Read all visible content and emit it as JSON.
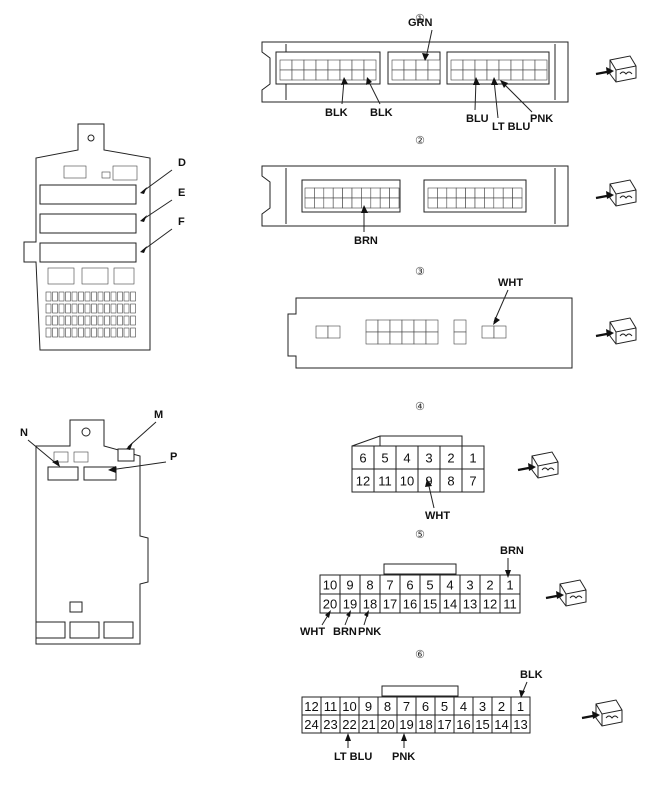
{
  "markers": {
    "c1": "①",
    "c2": "②",
    "c3": "③",
    "c4": "④",
    "c5": "⑤",
    "c6": "⑥"
  },
  "fuse_box_labels": {
    "D": "D",
    "E": "E",
    "F": "F",
    "M": "M",
    "N": "N",
    "P": "P"
  },
  "wire_colors": {
    "grn": "GRN",
    "blk1": "BLK",
    "blk2": "BLK",
    "blu": "BLU",
    "ltblu1": "LT BLU",
    "pnk1": "PNK",
    "brn1": "BRN",
    "wht1": "WHT",
    "wht2": "WHT",
    "brn2": "BRN",
    "wht3": "WHT",
    "brn3": "BRN",
    "pnk2": "PNK",
    "blk3": "BLK",
    "ltblu2": "LT BLU",
    "pnk3": "PNK"
  },
  "connector4": {
    "top": [
      "6",
      "5",
      "4",
      "3",
      "2",
      "1"
    ],
    "bottom": [
      "12",
      "11",
      "10",
      "9",
      "8",
      "7"
    ]
  },
  "connector5": {
    "top": [
      "10",
      "9",
      "8",
      "7",
      "6",
      "5",
      "4",
      "3",
      "2",
      "1"
    ],
    "bottom": [
      "20",
      "19",
      "18",
      "17",
      "16",
      "15",
      "14",
      "13",
      "12",
      "11"
    ]
  },
  "connector6": {
    "top": [
      "12",
      "11",
      "10",
      "9",
      "8",
      "7",
      "6",
      "5",
      "4",
      "3",
      "2",
      "1"
    ],
    "bottom": [
      "24",
      "23",
      "22",
      "21",
      "20",
      "19",
      "18",
      "17",
      "16",
      "15",
      "14",
      "13"
    ]
  }
}
